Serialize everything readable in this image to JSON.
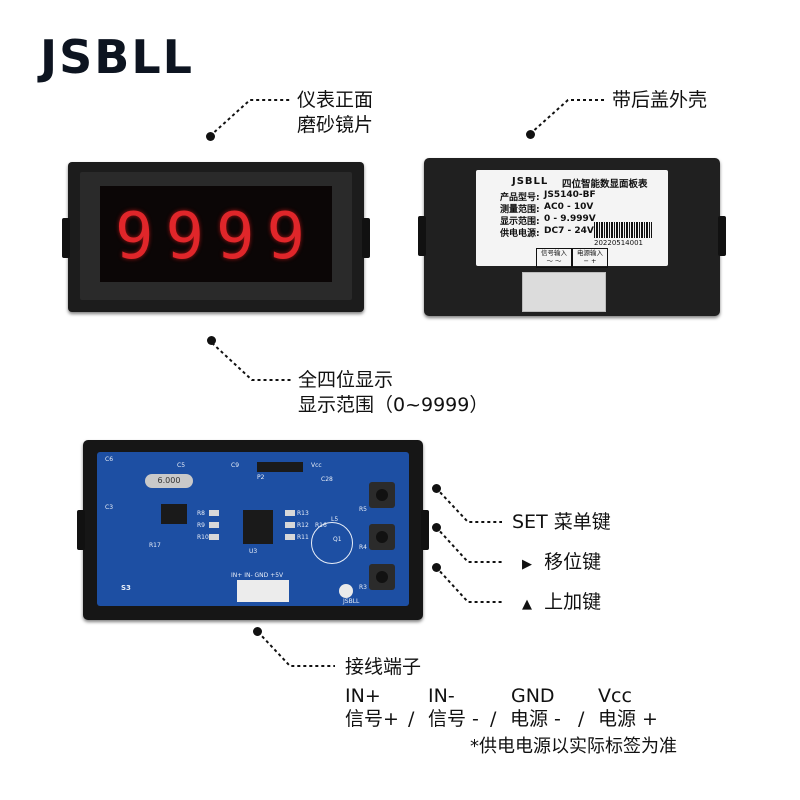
{
  "logo": {
    "text_a": "JSB",
    "text_b": "LL"
  },
  "labels": {
    "front_line1": "仪表正面",
    "front_line2": "磨砂镜片",
    "back_line1": "带后盖外壳",
    "display_line1": "全四位显示",
    "display_line2": "显示范围（0~9999）",
    "set_label": "SET 菜单键",
    "shift_marker": "▶",
    "shift_label": "移位键",
    "up_marker": "▲",
    "up_label": "上加键",
    "terminal_title": "接线端子",
    "pins": [
      {
        "top": "IN+",
        "bottom": "信号+"
      },
      {
        "top": "IN-",
        "bottom": "信号 -"
      },
      {
        "top": "GND",
        "bottom": "电源 -"
      },
      {
        "top": "Vcc",
        "bottom": "电源 +"
      }
    ],
    "separator": "/",
    "footnote": "*供电电源以实际标签为准"
  },
  "meter": {
    "digits": "9999"
  },
  "sticker": {
    "brand": "JSBLL",
    "title": "四位智能数显面板表",
    "rows": [
      {
        "k": "产品型号:",
        "v": "JS5140-BF"
      },
      {
        "k": "测量范围:",
        "v": "AC0 - 10V"
      },
      {
        "k": "显示范围:",
        "v": "0 - 9.999V"
      },
      {
        "k": "供电电源:",
        "v": "DC7 - 24V"
      }
    ],
    "barcode_num": "20220514001",
    "signal_input": "信号输入",
    "signal_symbol": "～ ～",
    "power_input": "电源输入",
    "power_symbol": "− +"
  },
  "pcb": {
    "crystal": "6.000",
    "silk": [
      "C6",
      "C5",
      "C9",
      "P2",
      "Vcc",
      "C28",
      "R5",
      "R8",
      "R9",
      "R10",
      "R11",
      "R12",
      "R13",
      "R16",
      "R4",
      "R3",
      "R17",
      "U3",
      "S3",
      "L5",
      "Q1",
      "C3",
      "IN+ IN- GND +5V",
      "JSBLL"
    ]
  },
  "colors": {
    "led": "#e0262a",
    "pcb": "#1d4fa3",
    "logo_accent": "#1a73e8"
  }
}
